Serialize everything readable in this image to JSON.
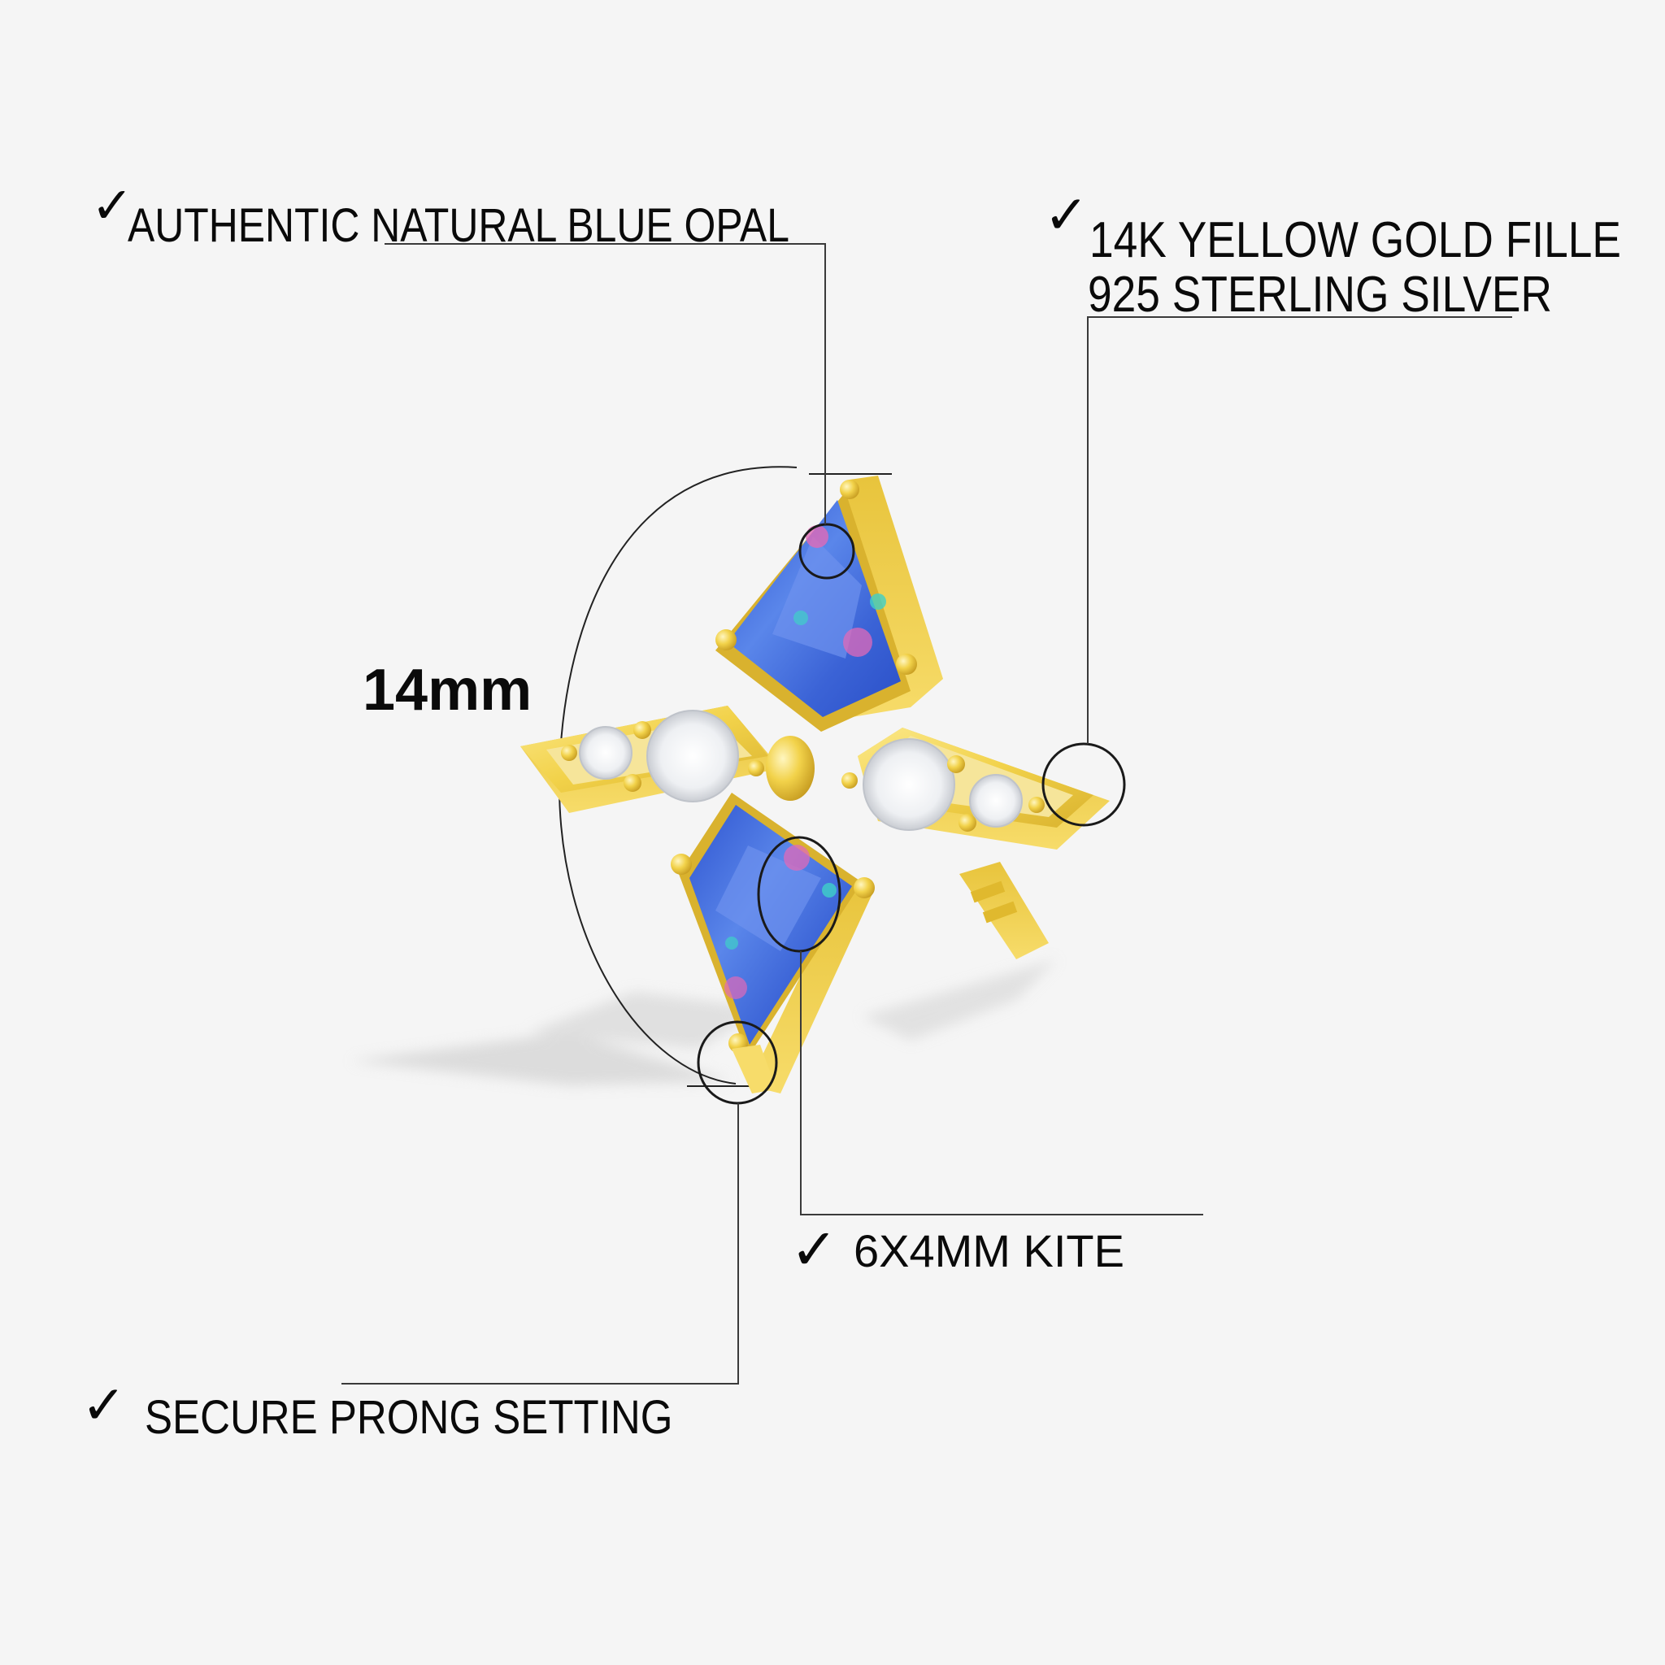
{
  "product": {
    "type": "butterfly stud earring",
    "colors": {
      "background": "#f5f5f5",
      "gold": "#f2d24a",
      "gold_dark": "#d9b22e",
      "opal_blue": "#3f66d8",
      "opal_light": "#7aa0f0",
      "opal_pink": "#e06ab8",
      "opal_teal": "#3fd0c8",
      "diamond": "#ffffff",
      "text": "#0a0a0a",
      "line": "#3a3a3a"
    }
  },
  "dimension": {
    "label": "14mm"
  },
  "callouts": [
    {
      "id": "opal",
      "check": "✓",
      "text": "AUTHENTIC NATURAL BLUE OPAL"
    },
    {
      "id": "metal",
      "check": "✓",
      "line1": "14K YELLOW GOLD FILLE",
      "line2": "925 STERLING SILVER"
    },
    {
      "id": "kite",
      "check": "✓",
      "text": "6X4MM KITE"
    },
    {
      "id": "prong",
      "check": "✓",
      "text": "SECURE PRONG SETTING"
    }
  ],
  "icons": {
    "check": "check-icon"
  }
}
